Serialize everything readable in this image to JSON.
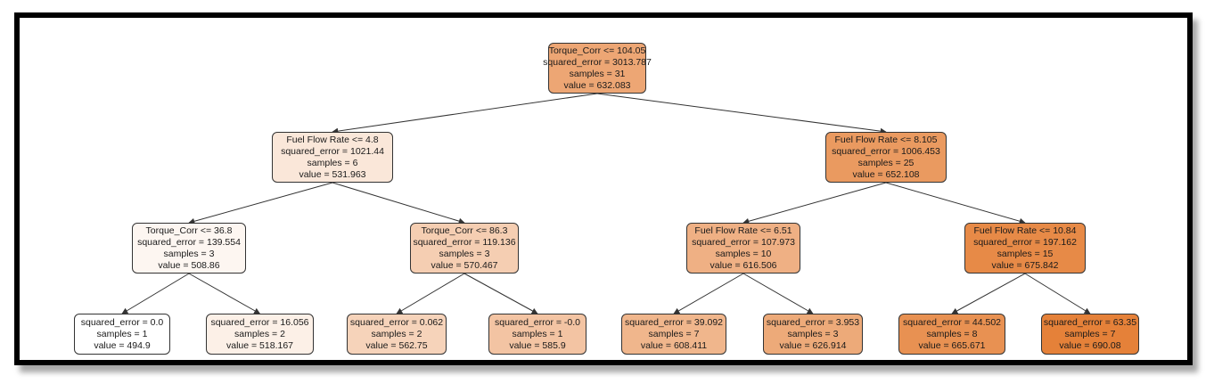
{
  "tree": {
    "nodes": [
      {
        "id": "n0",
        "lines": [
          "Torque_Corr <= 104.05",
          "squared_error = 3013.787",
          "samples = 31",
          "value = 632.083"
        ],
        "value": 632.083
      },
      {
        "id": "n1",
        "lines": [
          "Fuel Flow  Rate <= 4.8",
          "squared_error = 1021.44",
          "samples = 6",
          "value = 531.963"
        ],
        "value": 531.963
      },
      {
        "id": "n2",
        "lines": [
          "Fuel Flow  Rate <= 8.105",
          "squared_error = 1006.453",
          "samples = 25",
          "value = 652.108"
        ],
        "value": 652.108
      },
      {
        "id": "n3",
        "lines": [
          "Torque_Corr <= 36.8",
          "squared_error = 139.554",
          "samples = 3",
          "value = 508.86"
        ],
        "value": 508.86
      },
      {
        "id": "n4",
        "lines": [
          "Torque_Corr <= 86.3",
          "squared_error = 119.136",
          "samples = 3",
          "value = 570.467"
        ],
        "value": 570.467
      },
      {
        "id": "n5",
        "lines": [
          "Fuel Flow  Rate <= 6.51",
          "squared_error = 107.973",
          "samples = 10",
          "value = 616.506"
        ],
        "value": 616.506
      },
      {
        "id": "n6",
        "lines": [
          "Fuel Flow  Rate <= 10.84",
          "squared_error = 197.162",
          "samples = 15",
          "value = 675.842"
        ],
        "value": 675.842
      },
      {
        "id": "n7",
        "lines": [
          "squared_error = 0.0",
          "samples = 1",
          "value = 494.9"
        ],
        "value": 494.9
      },
      {
        "id": "n8",
        "lines": [
          "squared_error = 16.056",
          "samples = 2",
          "value = 518.167"
        ],
        "value": 518.167
      },
      {
        "id": "n9",
        "lines": [
          "squared_error = 0.062",
          "samples = 2",
          "value = 562.75"
        ],
        "value": 562.75
      },
      {
        "id": "n10",
        "lines": [
          "squared_error = -0.0",
          "samples = 1",
          "value = 585.9"
        ],
        "value": 585.9
      },
      {
        "id": "n11",
        "lines": [
          "squared_error = 39.092",
          "samples = 7",
          "value = 608.411"
        ],
        "value": 608.411
      },
      {
        "id": "n12",
        "lines": [
          "squared_error = 3.953",
          "samples = 3",
          "value = 626.914"
        ],
        "value": 626.914
      },
      {
        "id": "n13",
        "lines": [
          "squared_error = 44.502",
          "samples = 8",
          "value = 665.671"
        ],
        "value": 665.671
      },
      {
        "id": "n14",
        "lines": [
          "squared_error = 63.35",
          "samples = 7",
          "value = 690.08"
        ],
        "value": 690.08
      }
    ],
    "edges": [
      [
        "n0",
        "n1"
      ],
      [
        "n0",
        "n2"
      ],
      [
        "n1",
        "n3"
      ],
      [
        "n1",
        "n4"
      ],
      [
        "n2",
        "n5"
      ],
      [
        "n2",
        "n6"
      ],
      [
        "n3",
        "n7"
      ],
      [
        "n3",
        "n8"
      ],
      [
        "n4",
        "n9"
      ],
      [
        "n4",
        "n10"
      ],
      [
        "n5",
        "n11"
      ],
      [
        "n5",
        "n12"
      ],
      [
        "n6",
        "n13"
      ],
      [
        "n6",
        "n14"
      ]
    ],
    "colors": {
      "low": "#ffffff",
      "high": "#e58139",
      "border": "#333333",
      "edge": "#333333"
    }
  }
}
